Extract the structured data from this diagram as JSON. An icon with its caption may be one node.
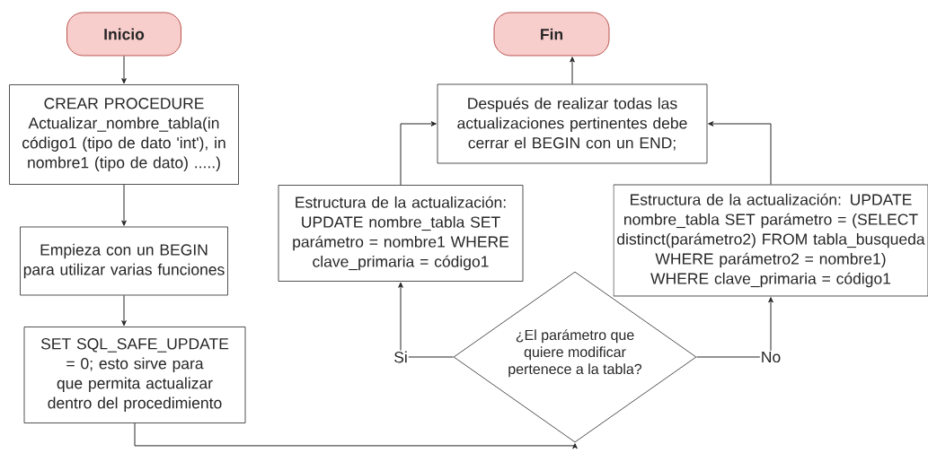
{
  "diagram": {
    "nodes": [
      {
        "text": [
          "Inicio"
        ]
      },
      {
        "text": [
          "CREAR PROCEDURE Actualizar_nombre_tabla(in código1 (tipo de dato 'int'), in nombre1 (tipo de dato) .....)"
        ]
      },
      {
        "text": [
          "Empieza con un BEGIN para utilizar varias funciones"
        ]
      },
      {
        "text": [
          "SET SQL_SAFE_UPDATE = 0; esto sirve para que permita actualizar dentro del procedimiento"
        ]
      },
      {
        "text": [
          "¿El parámetro que quiere modificar pertenece a la tabla?"
        ]
      },
      {
        "text": [
          "Estructura de la actualización: UPDATE nombre_tabla SET parámetro = nombre1 WHERE clave_primaria = código1"
        ]
      },
      {
        "text": [
          "Estructura de la actualización: UPDATE nombre_tabla SET parámetro = (SELECT distinct(parámetro2) FROM tabla_busqueda WHERE parámetro2 = nombre1) WHERE clave_primaria = código1"
        ]
      },
      {
        "text": [
          "Después de realizar todas las actualizaciones pertinentes debe cerrar el BEGIN con un END;"
        ]
      },
      {
        "text": [
          "Fin"
        ]
      }
    ],
    "edges": [
      {
        "from": 0,
        "to": 1,
        "arrow": "to"
      },
      {
        "from": 1,
        "to": 2,
        "arrow": "to"
      },
      {
        "from": 2,
        "to": 3,
        "arrow": "to"
      },
      {
        "from": 3,
        "to": 4,
        "arrow": "to"
      },
      {
        "from": 4,
        "to": 5,
        "arrow": "to",
        "label": "Si"
      },
      {
        "from": 4,
        "to": 6,
        "arrow": "to",
        "label": "No"
      },
      {
        "from": 5,
        "to": 7,
        "arrow": "to"
      },
      {
        "from": 6,
        "to": 7,
        "arrow": "to"
      },
      {
        "from": 7,
        "to": 8,
        "arrow": "to"
      }
    ]
  }
}
